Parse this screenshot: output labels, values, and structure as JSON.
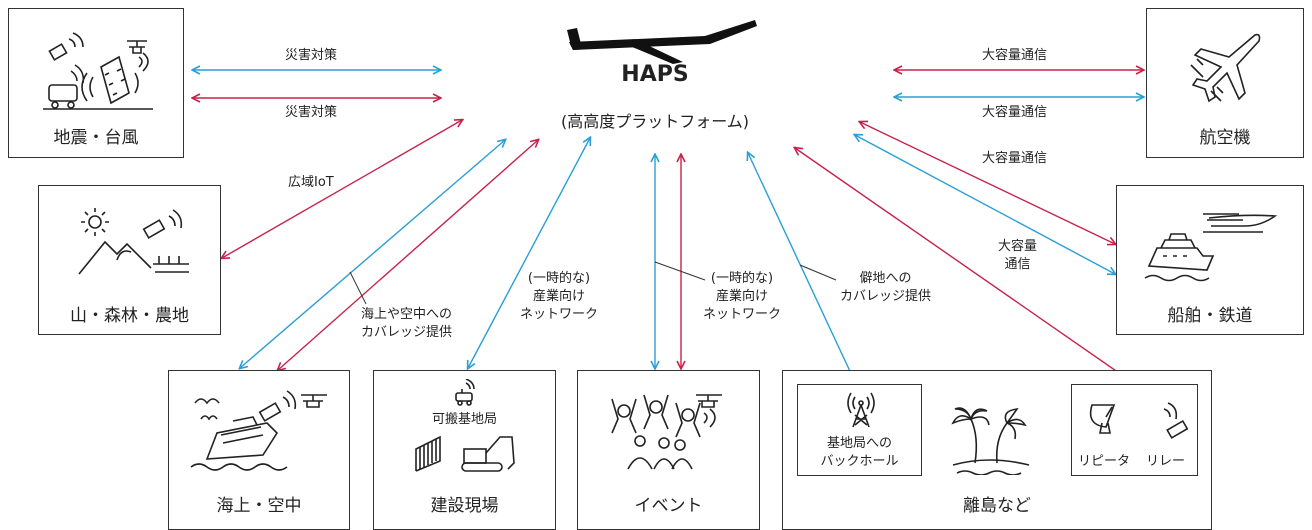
{
  "center": {
    "title": "HAPS",
    "subtitle": "(高高度プラットフォーム)"
  },
  "boxes": {
    "disaster": "地震・台風",
    "mountain": "山・森林・農地",
    "sea": "海上・空中",
    "construction": "建設現場",
    "construction_sub": "可搬基地局",
    "event": "イベント",
    "island": "離島など",
    "island_backhaul": "基地局への\nバックホール",
    "island_repeater": "リピータ",
    "island_relay": "リレー",
    "aircraft": "航空機",
    "ship_rail": "船舶・鉄道"
  },
  "links": {
    "disaster1": "災害対策",
    "disaster2": "災害対策",
    "iot": "広域IoT",
    "sea": "海上や空中への\nカバレッジ提供",
    "construction": "(一時的な)\n産業向け\nネットワーク",
    "event": "(一時的な)\n産業向け\nネットワーク",
    "island": "僻地への\nカバレッジ提供",
    "capacity1": "大容量通信",
    "capacity2": "大容量通信",
    "capacity3": "大容量通信",
    "capacity4": "大容量\n通信"
  },
  "colors": {
    "red": "#c8224a",
    "blue": "#2a9fd6",
    "line": "#333333"
  }
}
